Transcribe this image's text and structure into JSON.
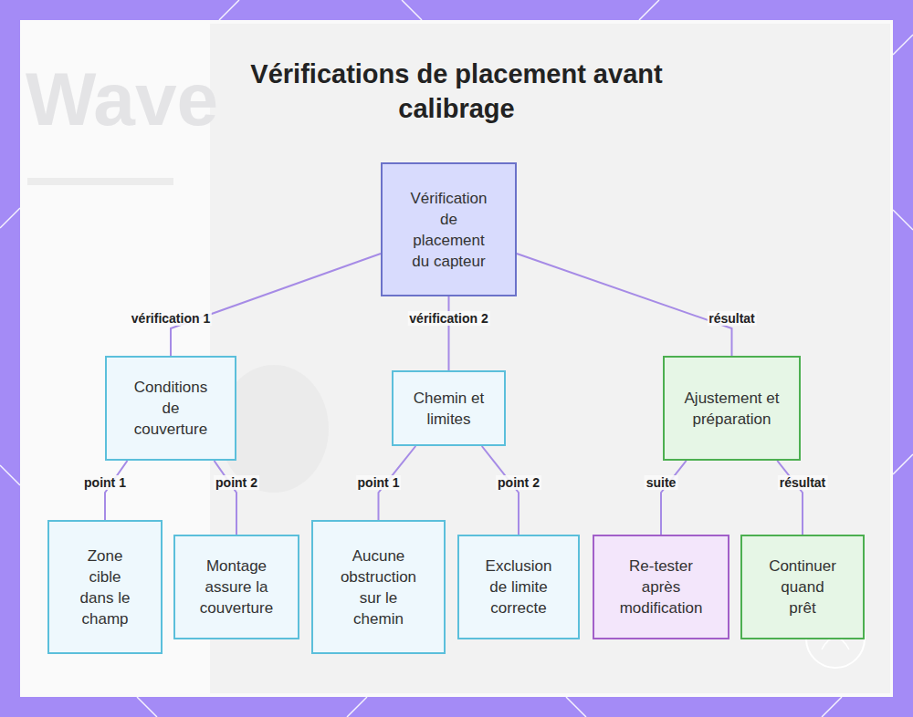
{
  "diagram": {
    "title": "Vérifications de placement avant calibrage",
    "nodes": [
      {
        "text": [
          "Vérification de placement du capteur"
        ]
      },
      {
        "text": [
          "Conditions de couverture"
        ]
      },
      {
        "text": [
          "Chemin et limites"
        ]
      },
      {
        "text": [
          "Ajustement et préparation"
        ]
      },
      {
        "text": [
          "Zone cible dans le champ"
        ]
      },
      {
        "text": [
          "Montage assure la couverture"
        ]
      },
      {
        "text": [
          "Aucune obstruction sur le chemin"
        ]
      },
      {
        "text": [
          "Exclusion de limite correcte"
        ]
      },
      {
        "text": [
          "Re-tester après modification"
        ]
      },
      {
        "text": [
          "Continuer quand prêt"
        ]
      }
    ],
    "edges": [
      {
        "from": 0,
        "to": 1,
        "label": "vérification 1",
        "arrow": "none"
      },
      {
        "from": 0,
        "to": 2,
        "label": "vérification 2",
        "arrow": "none"
      },
      {
        "from": 0,
        "to": 3,
        "label": "résultat",
        "arrow": "none"
      },
      {
        "from": 1,
        "to": 4,
        "label": "point 1",
        "arrow": "none"
      },
      {
        "from": 1,
        "to": 5,
        "label": "point 2",
        "arrow": "none"
      },
      {
        "from": 2,
        "to": 6,
        "label": "point 1",
        "arrow": "none"
      },
      {
        "from": 2,
        "to": 7,
        "label": "point 2",
        "arrow": "none"
      },
      {
        "from": 3,
        "to": 8,
        "label": "suite",
        "arrow": "none"
      },
      {
        "from": 3,
        "to": 9,
        "label": "résultat",
        "arrow": "none"
      }
    ],
    "labels": [
      "Wave"
    ]
  }
}
